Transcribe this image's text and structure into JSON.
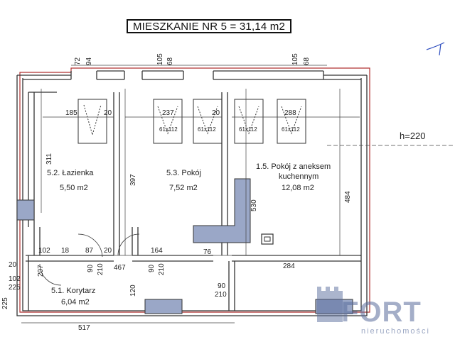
{
  "title": "MIESZKANIE NR 5 = 31,14 m2",
  "height_note": "h=220",
  "rooms": [
    {
      "id": "5.2",
      "name": "5.2. Łazienka",
      "area": "5,50 m2"
    },
    {
      "id": "5.3",
      "name": "5.3. Pokój",
      "area": "7,52 m2"
    },
    {
      "id": "1.5",
      "name_line1": "1.5. Pokój z aneksem",
      "name_line2": "kuchennym",
      "area": "12,08 m2"
    },
    {
      "id": "5.1",
      "name": "5.1. Korytarz",
      "area": "6,04 m2"
    }
  ],
  "windows": [
    "61x112",
    "61x112",
    "61x112",
    "61x112"
  ],
  "dimensions": {
    "top_72": "72",
    "top_94": "94",
    "top_105a": "105",
    "top_68a": "68",
    "top_105b": "105",
    "top_68b": "68",
    "d185": "185",
    "d20a": "20",
    "d237": "237",
    "d20b": "20",
    "d288": "288",
    "d311": "311",
    "d397": "397",
    "d530": "530",
    "d484": "484",
    "d102": "102",
    "d18": "18",
    "d87": "87",
    "d20c": "20",
    "d164": "164",
    "d76": "76",
    "d90a": "90",
    "d210a": "210",
    "d467": "467",
    "d90b": "90",
    "d210b": "210",
    "d284": "284",
    "d20d": "20",
    "d207": "207",
    "d102b": "102",
    "d225": "225",
    "d120": "120",
    "d90c": "90",
    "d210c": "210",
    "d225b": "225",
    "d517": "517"
  },
  "logo": {
    "text": "FORT",
    "subtext": "nieruchomości"
  },
  "colors": {
    "wall": "#333333",
    "outline": "#b03030",
    "fixture": "#9aa7c7",
    "logo": "#5a6d9c"
  }
}
